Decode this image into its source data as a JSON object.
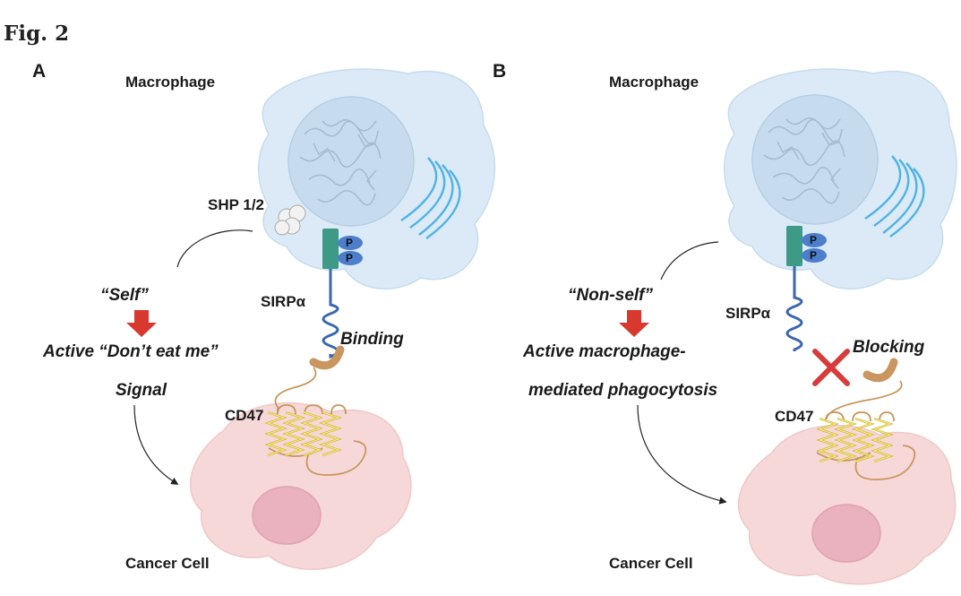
{
  "figure_label": "Fig. 2",
  "panel_a": {
    "letter": "A",
    "macrophage": "Macrophage",
    "shp": "SHP 1/2",
    "receptor": "SIRPα",
    "phospho_1": "P",
    "phospho_2": "P",
    "interaction": "Binding",
    "self": "“Self”",
    "signal_line1": "Active “Don’t eat me”",
    "signal_line2": "Signal",
    "ligand": "CD47",
    "cancer": "Cancer Cell"
  },
  "panel_b": {
    "letter": "B",
    "macrophage": "Macrophage",
    "receptor": "SIRPα",
    "phospho_1": "P",
    "phospho_2": "P",
    "interaction": "Blocking",
    "nonself": "“Non-self”",
    "outcome_line1": "Active macrophage-",
    "outcome_line2": "mediated phagocytosis",
    "ligand": "CD47",
    "cancer": "Cancer Cell"
  },
  "colors": {
    "macrophage_fill": "#dbeaf6",
    "nucleus_fill": "#c6dcee",
    "golgi": "#4fb3e4",
    "receptor": "#3a67b1",
    "anchor": "#3d9a86",
    "phospho": "#4d7ecb",
    "cancer_fill": "#f6d8d8",
    "cancer_nucleus": "#eab2be",
    "helix": "#f2e06a",
    "cd47_loop": "#c9965f",
    "arrow_red": "#d9382e",
    "block_x": "#d93a3a"
  }
}
